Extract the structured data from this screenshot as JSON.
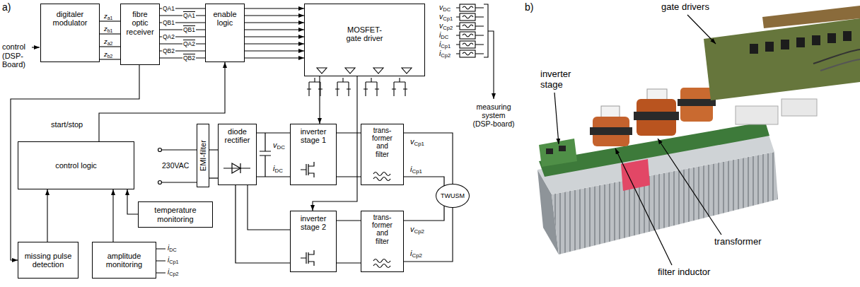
{
  "diagram": {
    "nodes": [
      {
        "text": [
          "digitaler modulator"
        ]
      },
      {
        "text": [
          "fibre optic receiver"
        ]
      },
      {
        "text": [
          "enable logic"
        ]
      },
      {
        "text": [
          "MOSFET- gate driver"
        ]
      },
      {
        "text": [
          "control logic"
        ]
      },
      {
        "text": [
          "EMI-filter"
        ]
      },
      {
        "text": [
          "diode rectifier"
        ]
      },
      {
        "text": [
          "inverter stage 1"
        ]
      },
      {
        "text": [
          "inverter stage 2"
        ]
      },
      {
        "text": [
          "trans- former and filter"
        ]
      },
      {
        "text": [
          "trans- former and filter"
        ]
      },
      {
        "text": [
          "TWUSM"
        ]
      },
      {
        "text": [
          "temperature monitoring"
        ]
      },
      {
        "text": [
          "missing pulse detection"
        ]
      },
      {
        "text": [
          "amplitude monitoring"
        ]
      }
    ],
    "edges": [
      {
        "from": 0,
        "to": 1,
        "label": "za1",
        "arrow": "none"
      },
      {
        "from": 0,
        "to": 1,
        "label": "zb1",
        "arrow": "none"
      },
      {
        "from": 0,
        "to": 1,
        "label": "za2",
        "arrow": "none"
      },
      {
        "from": 0,
        "to": 1,
        "label": "zb2",
        "arrow": "none"
      },
      {
        "from": 1,
        "to": 2,
        "label": "QA1",
        "arrow": "none"
      },
      {
        "from": 1,
        "to": 2,
        "label": "QB1",
        "arrow": "none"
      },
      {
        "from": 1,
        "to": 2,
        "label": "QA2",
        "arrow": "none"
      },
      {
        "from": 1,
        "to": 2,
        "label": "QB2",
        "arrow": "none"
      },
      {
        "from": 1,
        "to": 2,
        "label": "QA1",
        "arrow": "none"
      },
      {
        "from": 1,
        "to": 2,
        "label": "QB1",
        "arrow": "none"
      },
      {
        "from": 1,
        "to": 2,
        "label": "QA2",
        "arrow": "none"
      },
      {
        "from": 1,
        "to": 2,
        "label": "QB2",
        "arrow": "none"
      },
      {
        "from": 2,
        "to": 3,
        "arrow": "to"
      },
      {
        "from": 2,
        "to": 3,
        "arrow": "to"
      },
      {
        "from": 2,
        "to": 3,
        "arrow": "to"
      },
      {
        "from": 2,
        "to": 3,
        "arrow": "to"
      },
      {
        "from": 2,
        "to": 3,
        "arrow": "to"
      },
      {
        "from": 2,
        "to": 3,
        "arrow": "to"
      },
      {
        "from": 2,
        "to": 3,
        "arrow": "to"
      },
      {
        "from": 2,
        "to": 3,
        "arrow": "to"
      },
      {
        "from": 3,
        "to": 7,
        "arrow": "to"
      },
      {
        "from": 3,
        "to": 8,
        "arrow": "to"
      },
      {
        "from": 1,
        "to": 13,
        "arrow": "to"
      },
      {
        "from": 13,
        "to": 4,
        "arrow": "to"
      },
      {
        "from": 14,
        "to": 4,
        "arrow": "to"
      },
      {
        "from": 12,
        "to": 4,
        "arrow": "to"
      },
      {
        "from": 4,
        "to": 2,
        "arrow": "to"
      },
      {
        "from": 5,
        "to": 6,
        "arrow": "none"
      },
      {
        "from": 6,
        "to": 7,
        "arrow": "none"
      },
      {
        "from": 6,
        "to": 8,
        "arrow": "none"
      },
      {
        "from": 7,
        "to": 9,
        "arrow": "none"
      },
      {
        "from": 8,
        "to": 10,
        "arrow": "none"
      },
      {
        "from": 9,
        "to": 11,
        "arrow": "none"
      },
      {
        "from": 10,
        "to": 11,
        "arrow": "none"
      }
    ],
    "labels": [
      "a)",
      "b)",
      "control (DSP- Board)",
      "vDC",
      "vCp1",
      "vCp2",
      "iDC",
      "iCp1",
      "iCp2",
      "measuring system (DSP-board)",
      "start/stop",
      "230VAC",
      "vDC",
      "iDC",
      "vCp1",
      "iCp1",
      "vCp2",
      "iCp2",
      "iDC",
      "iCp1",
      "iCp2",
      "gate drivers",
      "inverter stage",
      "transformer",
      "filter inductor"
    ]
  }
}
